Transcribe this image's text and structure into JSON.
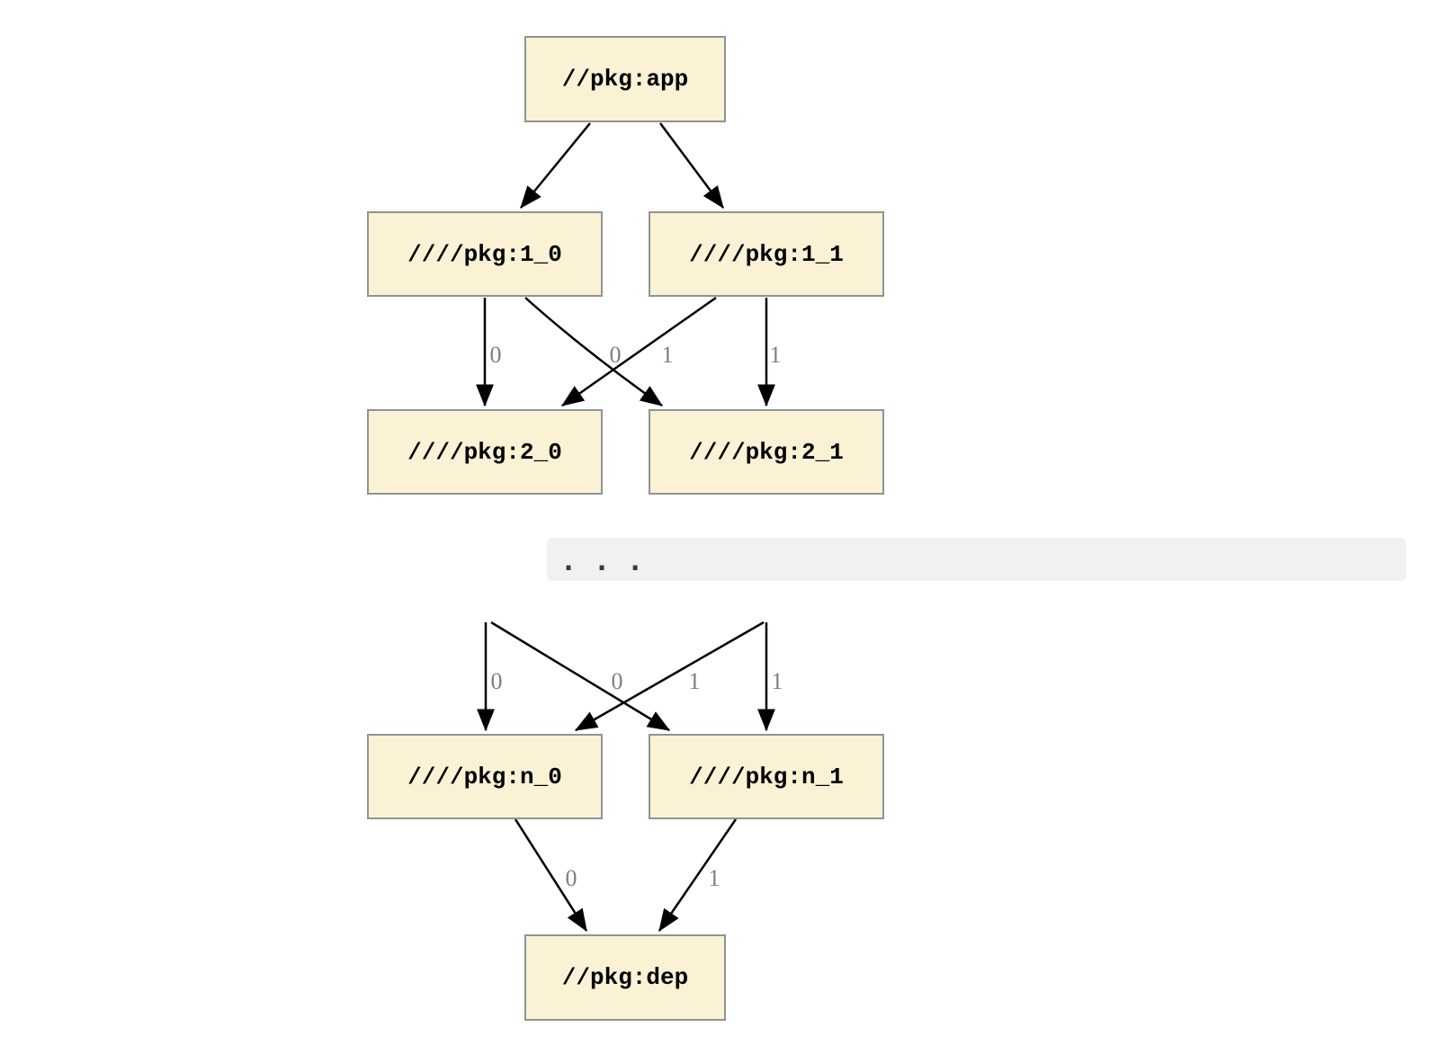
{
  "diagram": {
    "description": "Package dependency graph with repeated fan-out layers between //pkg:app and //pkg:dep, truncated by an ellipsis",
    "colors": {
      "node_fill": "#FBF2D6",
      "node_border": "#8D9494",
      "edge": "#000000",
      "edge_label": "#7F7F7F",
      "ellipsis_background": "#F1F1F1",
      "ellipsis_dots": "#3A3A3A"
    },
    "nodes": [
      {
        "id": "app",
        "label": "//pkg:app"
      },
      {
        "id": "1_0",
        "label": "////pkg:1_0"
      },
      {
        "id": "1_1",
        "label": "////pkg:1_1"
      },
      {
        "id": "2_0",
        "label": "////pkg:2_0"
      },
      {
        "id": "2_1",
        "label": "////pkg:2_1"
      },
      {
        "id": "n_0",
        "label": "////pkg:n_0"
      },
      {
        "id": "n_1",
        "label": "////pkg:n_1"
      },
      {
        "id": "dep",
        "label": "//pkg:dep"
      }
    ],
    "ellipsis": "...",
    "edges": [
      {
        "from": "//pkg:app",
        "to": "////pkg:1_0",
        "label": ""
      },
      {
        "from": "//pkg:app",
        "to": "////pkg:1_1",
        "label": ""
      },
      {
        "from": "////pkg:1_0",
        "to": "////pkg:2_0",
        "label": "0"
      },
      {
        "from": "////pkg:1_1",
        "to": "////pkg:2_0",
        "label": "0"
      },
      {
        "from": "////pkg:1_0",
        "to": "////pkg:2_1",
        "label": "1"
      },
      {
        "from": "////pkg:1_1",
        "to": "////pkg:2_1",
        "label": "1"
      },
      {
        "from": "...",
        "to": "////pkg:n_0",
        "label": "0"
      },
      {
        "from": "...",
        "to": "////pkg:n_0",
        "label": "0"
      },
      {
        "from": "...",
        "to": "////pkg:n_1",
        "label": "1"
      },
      {
        "from": "...",
        "to": "////pkg:n_1",
        "label": "1"
      },
      {
        "from": "////pkg:n_0",
        "to": "//pkg:dep",
        "label": "0"
      },
      {
        "from": "////pkg:n_1",
        "to": "//pkg:dep",
        "label": "1"
      }
    ]
  }
}
